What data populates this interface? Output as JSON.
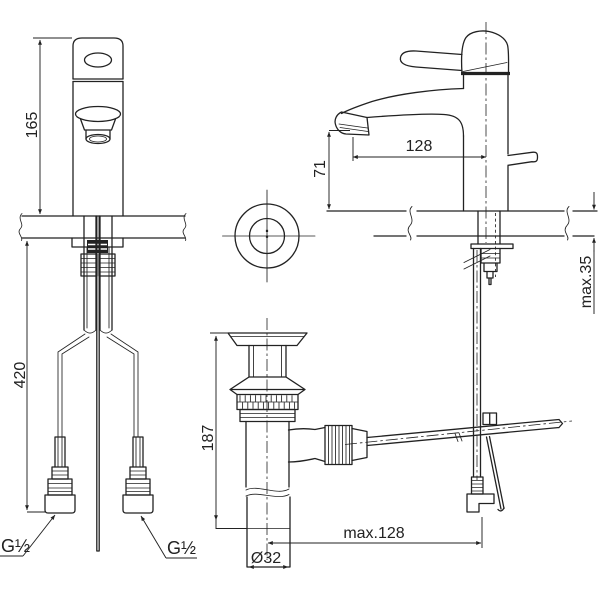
{
  "colors": {
    "background": "#ffffff",
    "line": "#222222"
  },
  "dimensions": {
    "faucet_height": "165",
    "under_counter_depth": "420",
    "left_supply_thread": "G½",
    "right_supply_thread": "G½",
    "spout_outlet_height": "71",
    "spout_reach": "128",
    "max_deck_thickness": "max.35",
    "drain_body_height": "187",
    "max_rod_reach": "max.128",
    "drain_pipe_diameter": "Ø32"
  }
}
